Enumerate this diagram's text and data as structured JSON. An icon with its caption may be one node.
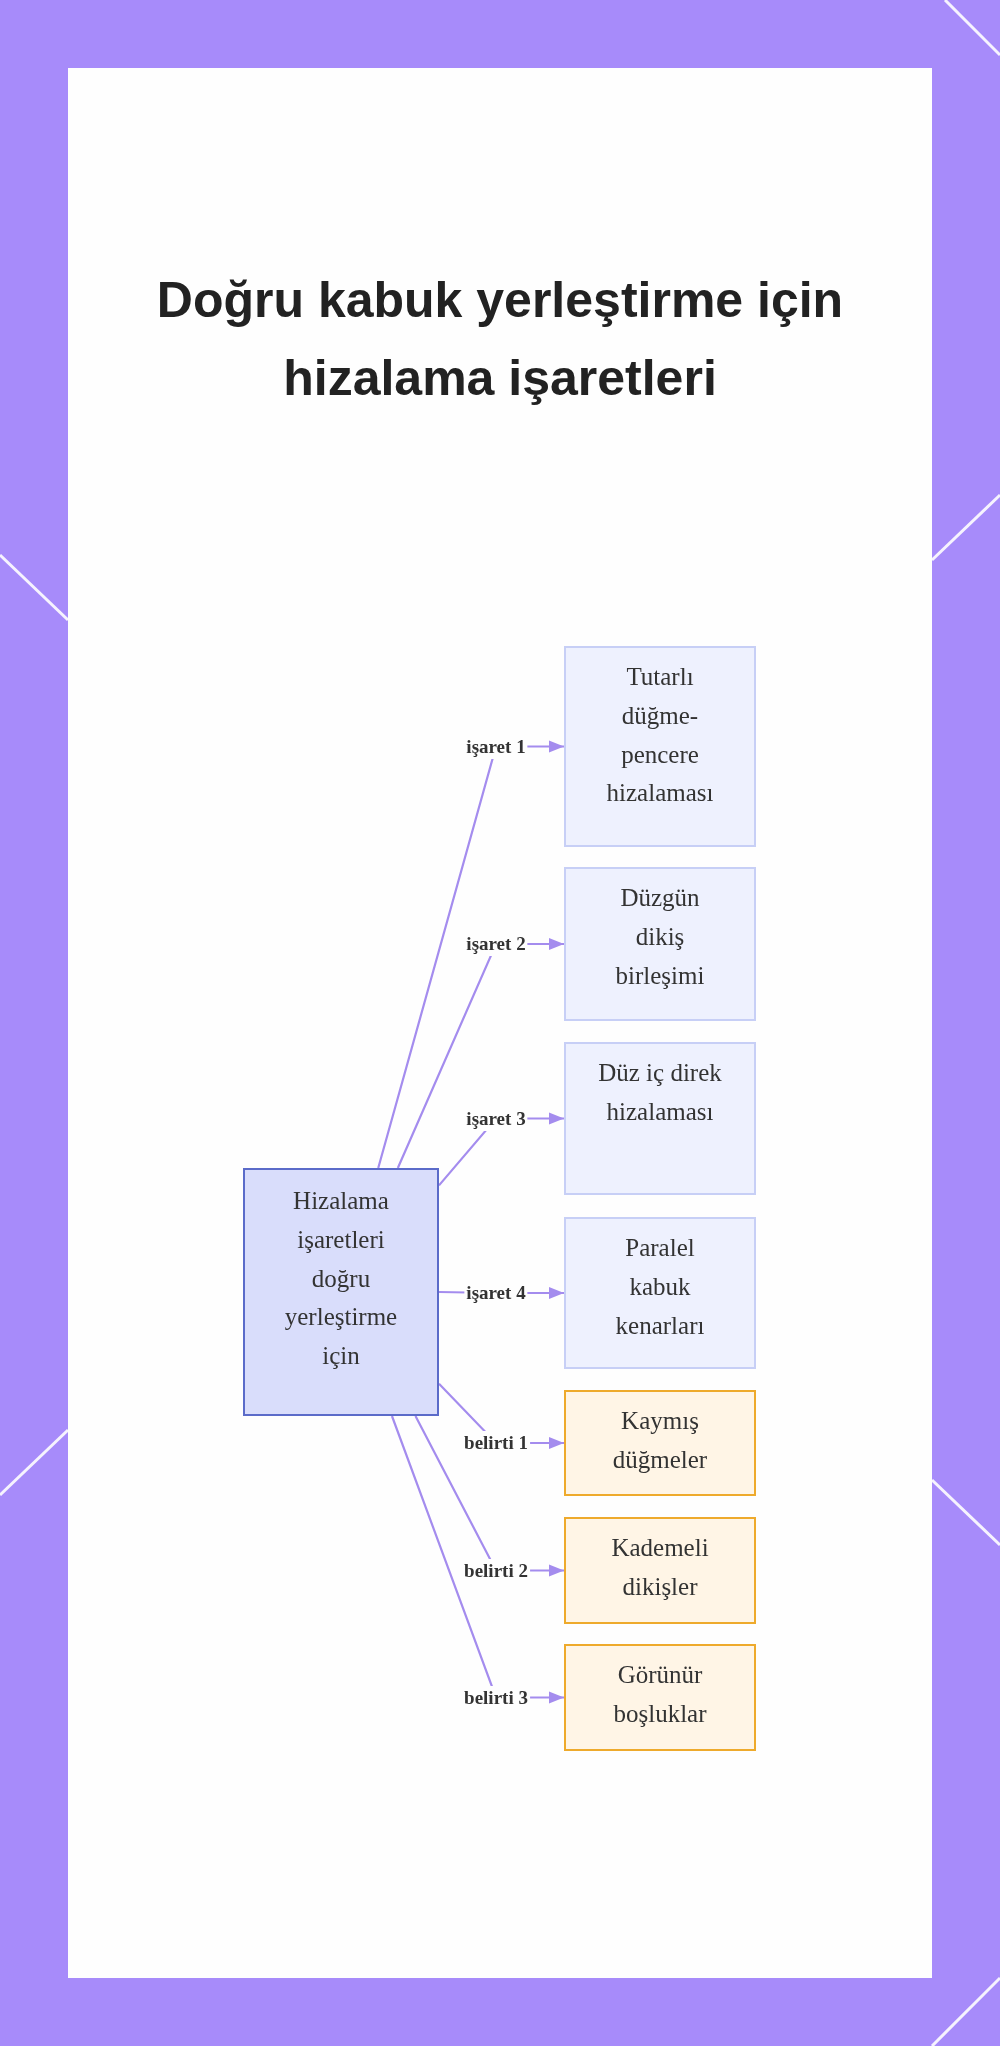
{
  "diagram": {
    "title": "Doğru kabuk yerleştirme için hizalama işaretleri",
    "nodes": [
      {
        "text": [
          "Hizalama işaretleri doğru yerleştirme için"
        ]
      },
      {
        "text": [
          "Tutarlı düğme-pencere hizalaması"
        ]
      },
      {
        "text": [
          "Düzgün dikiş birleşimi"
        ]
      },
      {
        "text": [
          "Düz iç direk hizalaması"
        ]
      },
      {
        "text": [
          "Paralel kabuk kenarları"
        ]
      },
      {
        "text": [
          "Kaymış düğmeler"
        ]
      },
      {
        "text": [
          "Kademeli dikişler"
        ]
      },
      {
        "text": [
          "Görünür boşluklar"
        ]
      }
    ],
    "edges": [
      {
        "from": 0,
        "to": 1,
        "label": "işaret 1",
        "arrow": "to"
      },
      {
        "from": 0,
        "to": 2,
        "label": "işaret 2",
        "arrow": "to"
      },
      {
        "from": 0,
        "to": 3,
        "label": "işaret 3",
        "arrow": "to"
      },
      {
        "from": 0,
        "to": 4,
        "label": "işaret 4",
        "arrow": "to"
      },
      {
        "from": 0,
        "to": 5,
        "label": "belirti 1",
        "arrow": "to"
      },
      {
        "from": 0,
        "to": 6,
        "label": "belirti 2",
        "arrow": "to"
      },
      {
        "from": 0,
        "to": 7,
        "label": "belirti 3",
        "arrow": "to"
      }
    ]
  }
}
